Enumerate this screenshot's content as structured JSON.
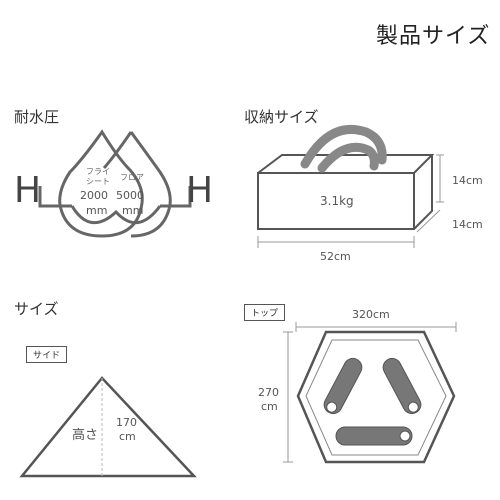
{
  "page_title": "製品サイズ",
  "water": {
    "heading": "耐水圧",
    "fly_label_1": "フライ",
    "fly_label_2": "シート",
    "fly_value": "2000",
    "fly_unit": "mm",
    "floor_label": "フロア",
    "floor_value": "5000",
    "floor_unit": "mm",
    "h_left": "H",
    "h_right": "H"
  },
  "storage": {
    "heading": "収納サイズ",
    "weight": "3.1kg",
    "height": "14cm",
    "depth": "14cm",
    "width": "52cm"
  },
  "size": {
    "heading": "サイズ",
    "side_tag": "サイド",
    "height_label": "高さ",
    "height_value_1": "170",
    "height_value_2": "cm",
    "top_tag": "トップ",
    "top_width": "320cm",
    "top_depth_1": "270",
    "top_depth_2": "cm"
  },
  "colors": {
    "accent": "#777777",
    "line": "#555555"
  }
}
